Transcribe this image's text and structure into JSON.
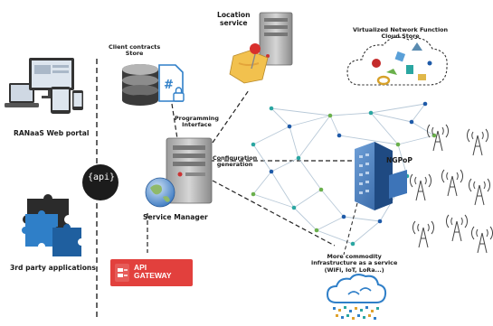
{
  "labels": {
    "location_service": "Location\nservice",
    "client_contracts": "Client contracts\nStore",
    "vnf_store": "Virtualized Network Function\nCloud Store",
    "programming_interface": "Programming\nInterface",
    "config_generation": "Configuration\ngeneration",
    "ngpop": "NGPoP",
    "ranaas_portal": "RANaaS Web portal",
    "api_badge": "{api}",
    "service_manager": "Service Manager",
    "third_party": "3rd party applications",
    "api_gateway_line1": "API",
    "api_gateway_line2": "GATEWAY",
    "commodity_infra": "More commodity\ninfrastructure as a service\n(WiFi, IoT, LoRa...)"
  },
  "icons": [
    "laptop-icon",
    "monitor-icon",
    "tablet-icon",
    "phone-icon",
    "puzzle-icon",
    "api-badge-icon",
    "server-icon",
    "database-icon",
    "document-lock-icon",
    "map-pin-icon",
    "cloud-icon",
    "globe-icon",
    "building-icon",
    "radio-tower-icon",
    "api-gateway-icon"
  ],
  "colors": {
    "api_gateway_red": "#e2403d",
    "puzzle_blue": "#2f7fc8",
    "puzzle_dark": "#2b2b2b",
    "mesh_teal": "#2aa6a1",
    "mesh_blue": "#1e5aa8",
    "mesh_green": "#6ab04c",
    "map_red": "#d8302c"
  }
}
